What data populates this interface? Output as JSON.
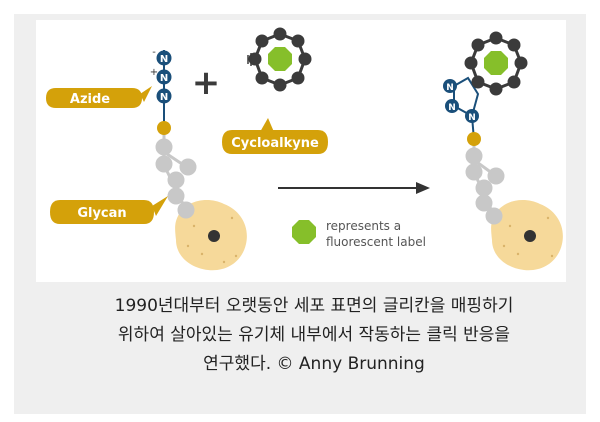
{
  "diagram": {
    "labels": {
      "azide": "Azide",
      "cycloalkyne": "Cycloalkyne",
      "glycan": "Glycan",
      "legend_line1": "represents a",
      "legend_line2": "fluorescent label"
    },
    "atom_symbol": "N",
    "charges": {
      "minus": "-",
      "plus": "+"
    },
    "plus_sign": "+",
    "colors": {
      "label_gold": "#d4a10a",
      "nitrogen_blue": "#1a4f7a",
      "carbon_dark": "#3b3b3b",
      "fluorescent_green": "#86bf2a",
      "glycan_gray": "#c8c8c8",
      "cell_yellow": "#f6d99a",
      "arrow": "#333333"
    }
  },
  "caption": {
    "line1": "1990년대부터 오랫동안 세포 표면의 글리칸을 매핑하기",
    "line2": "위하여 살아있는 유기체 내부에서 작동하는 클릭 반응을",
    "line3": "연구했다. © Anny Brunning"
  }
}
